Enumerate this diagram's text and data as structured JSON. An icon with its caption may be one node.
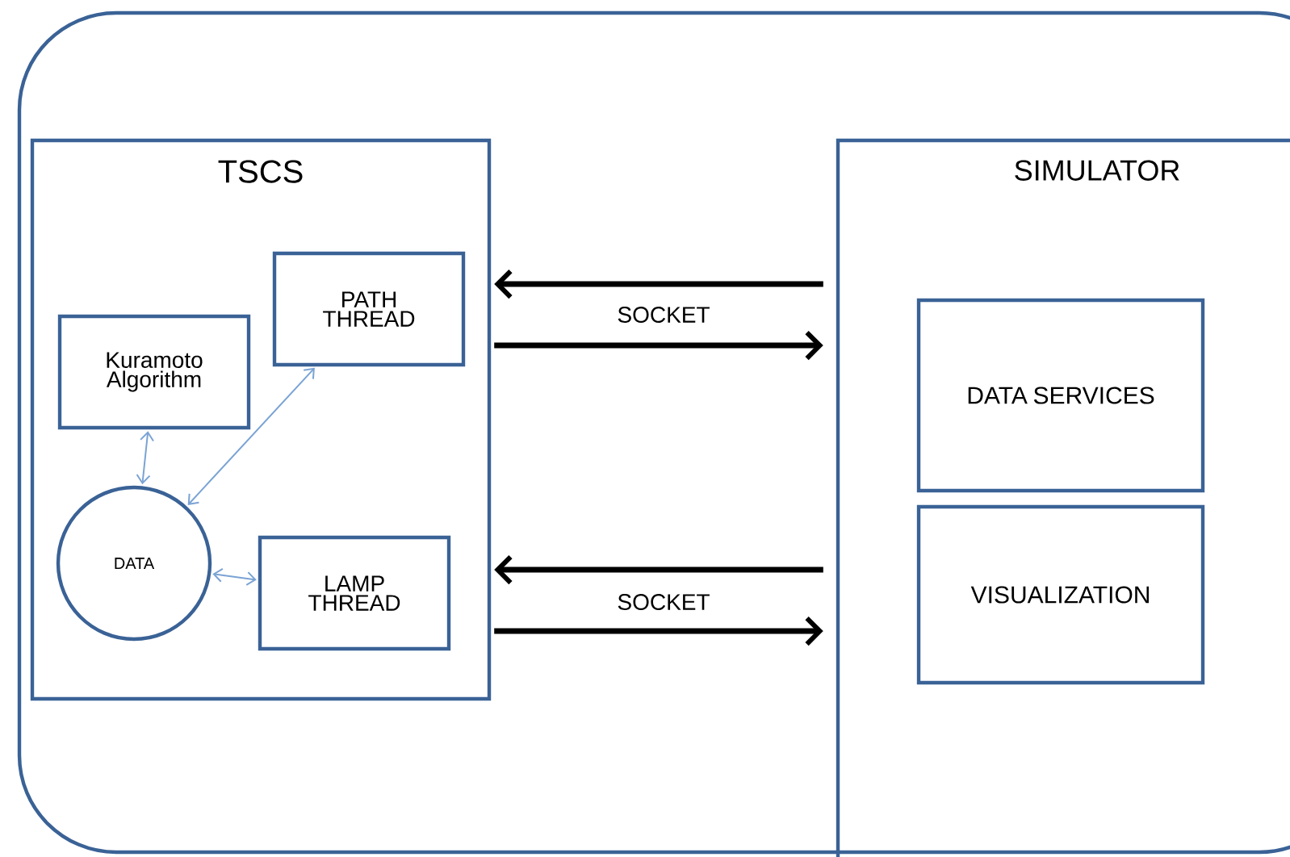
{
  "diagram": {
    "nodes": [
      {
        "text": [],
        "shape": "box"
      },
      {
        "text": [
          "TSCS"
        ],
        "in": 0
      },
      {
        "text": [
          "PATH THREAD"
        ],
        "in": 1
      },
      {
        "text": [
          "Kuramoto Algorithm"
        ],
        "in": 1
      },
      {
        "text": [
          "DATA"
        ],
        "in": 1
      },
      {
        "text": [
          "LAMP THREAD"
        ],
        "in": 1
      },
      {
        "text": [
          "SIMULATOR"
        ],
        "in": 0
      },
      {
        "text": [
          "DATA SERVICES"
        ],
        "in": 6
      },
      {
        "text": [
          "VISUALIZATION"
        ],
        "in": 6
      }
    ],
    "edges": [
      {
        "from": 6,
        "to": 1,
        "arrow": "to"
      },
      {
        "from": 1,
        "to": 6,
        "arrow": "to",
        "label": "SOCKET"
      },
      {
        "from": 6,
        "to": 1,
        "arrow": "to"
      },
      {
        "from": 1,
        "to": 6,
        "arrow": "to",
        "label": "SOCKET"
      },
      {
        "from": 3,
        "to": 4,
        "arrow": "both",
        "color": "#7aa3d4"
      },
      {
        "from": 2,
        "to": 4,
        "arrow": "both",
        "color": "#7aa3d4"
      },
      {
        "from": 4,
        "to": 5,
        "arrow": "both",
        "color": "#7aa3d4"
      }
    ]
  }
}
